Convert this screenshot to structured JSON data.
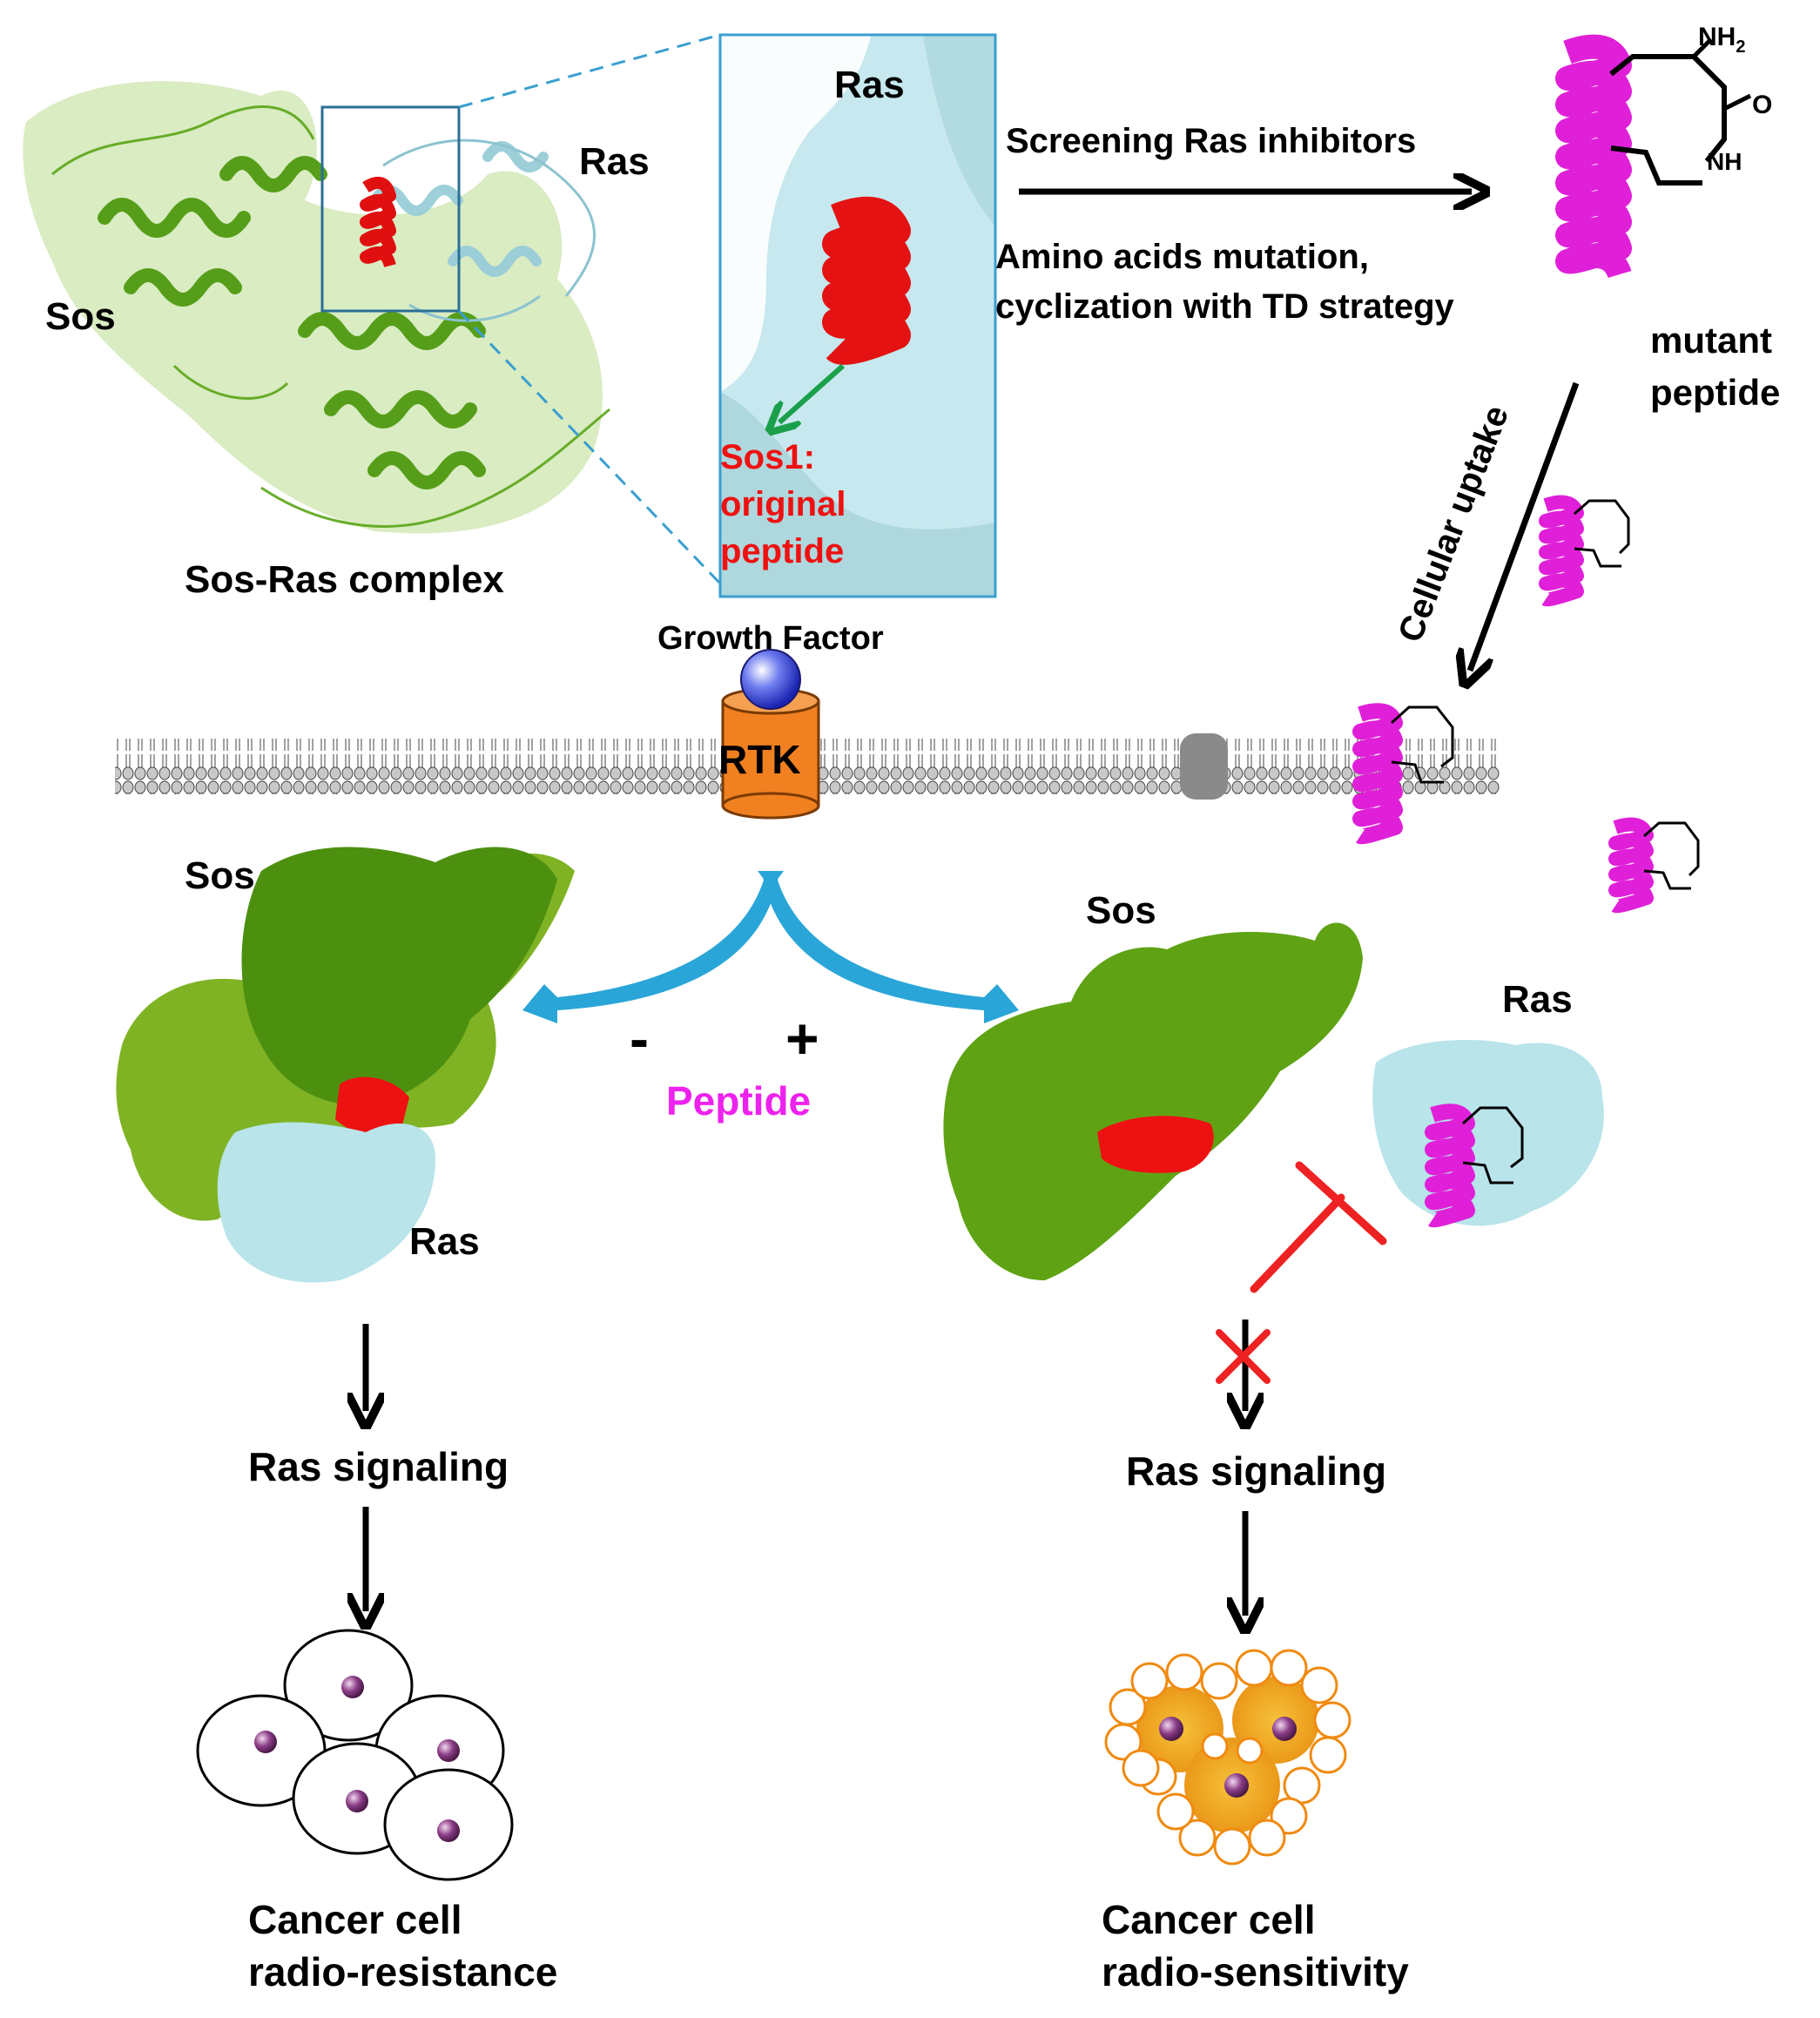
{
  "labels": {
    "sos_top": "Sos",
    "ras_top": "Ras",
    "complex": "Sos-Ras complex",
    "inset_ras": "Ras",
    "inset_sos1_a": "Sos1:",
    "inset_sos1_b": "original",
    "inset_sos1_c": "peptide",
    "screening": "Screening Ras inhibitors",
    "mutation_1": "Amino acids mutation,",
    "mutation_2": "cyclization with TD strategy",
    "mutant_1": "mutant",
    "mutant_2": "peptide",
    "uptake": "Cellular uptake",
    "growth_factor": "Growth Factor",
    "rtk": "RTK",
    "sos_left": "Sos",
    "ras_left": "Ras",
    "minus": "-",
    "plus": "+",
    "peptide": "Peptide",
    "sos_right": "Sos",
    "ras_right": "Ras",
    "signal_left": "Ras signaling",
    "signal_right": "Ras signaling",
    "outcome_left_1": "Cancer cell",
    "outcome_left_2": "radio-resistance",
    "outcome_right_1": "Cancer cell",
    "outcome_right_2": "radio-sensitivity",
    "nh2": "NH",
    "sub2": "2",
    "o": "O",
    "nh": "NH"
  },
  "colors": {
    "sos_green": "#5a9e12",
    "sos_light": "#8cc63f",
    "ras_cyan": "#b8e4ea",
    "helix_red": "#ee1111",
    "peptide_magenta": "#e020d8",
    "arrow_blue": "#2aa5d8",
    "inset_border": "#3a9fd0",
    "rtk_orange": "#f08020",
    "inhibit_red": "#ee2222",
    "peptide_label": "#ee22ee",
    "cell_orange": "#f0a020"
  },
  "icons": [
    "growth-factor-ball-icon",
    "rtk-receptor-icon",
    "membrane-bilayer-icon",
    "inhibition-bar-icon",
    "block-x-icon",
    "cancer-cell-icon"
  ]
}
